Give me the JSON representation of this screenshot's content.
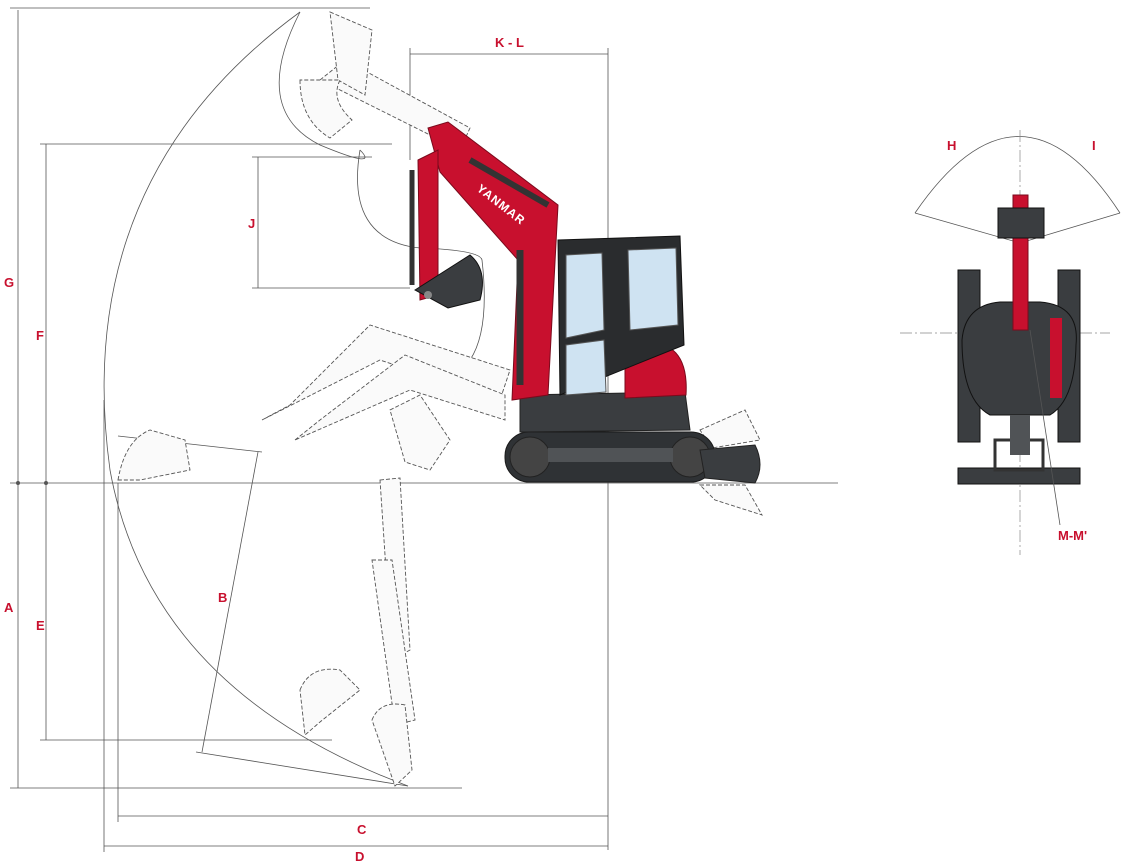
{
  "labels": {
    "A": "A",
    "B": "B",
    "C": "C",
    "D": "D",
    "E": "E",
    "F": "F",
    "G": "G",
    "H": "H",
    "I": "I",
    "J": "J",
    "KL": "K - L",
    "MM": "M-M'"
  },
  "brand": {
    "logo_text": "YANMAR",
    "red": "#c8102e",
    "dark": "#3a3d40",
    "glass": "#cfe3f2"
  }
}
